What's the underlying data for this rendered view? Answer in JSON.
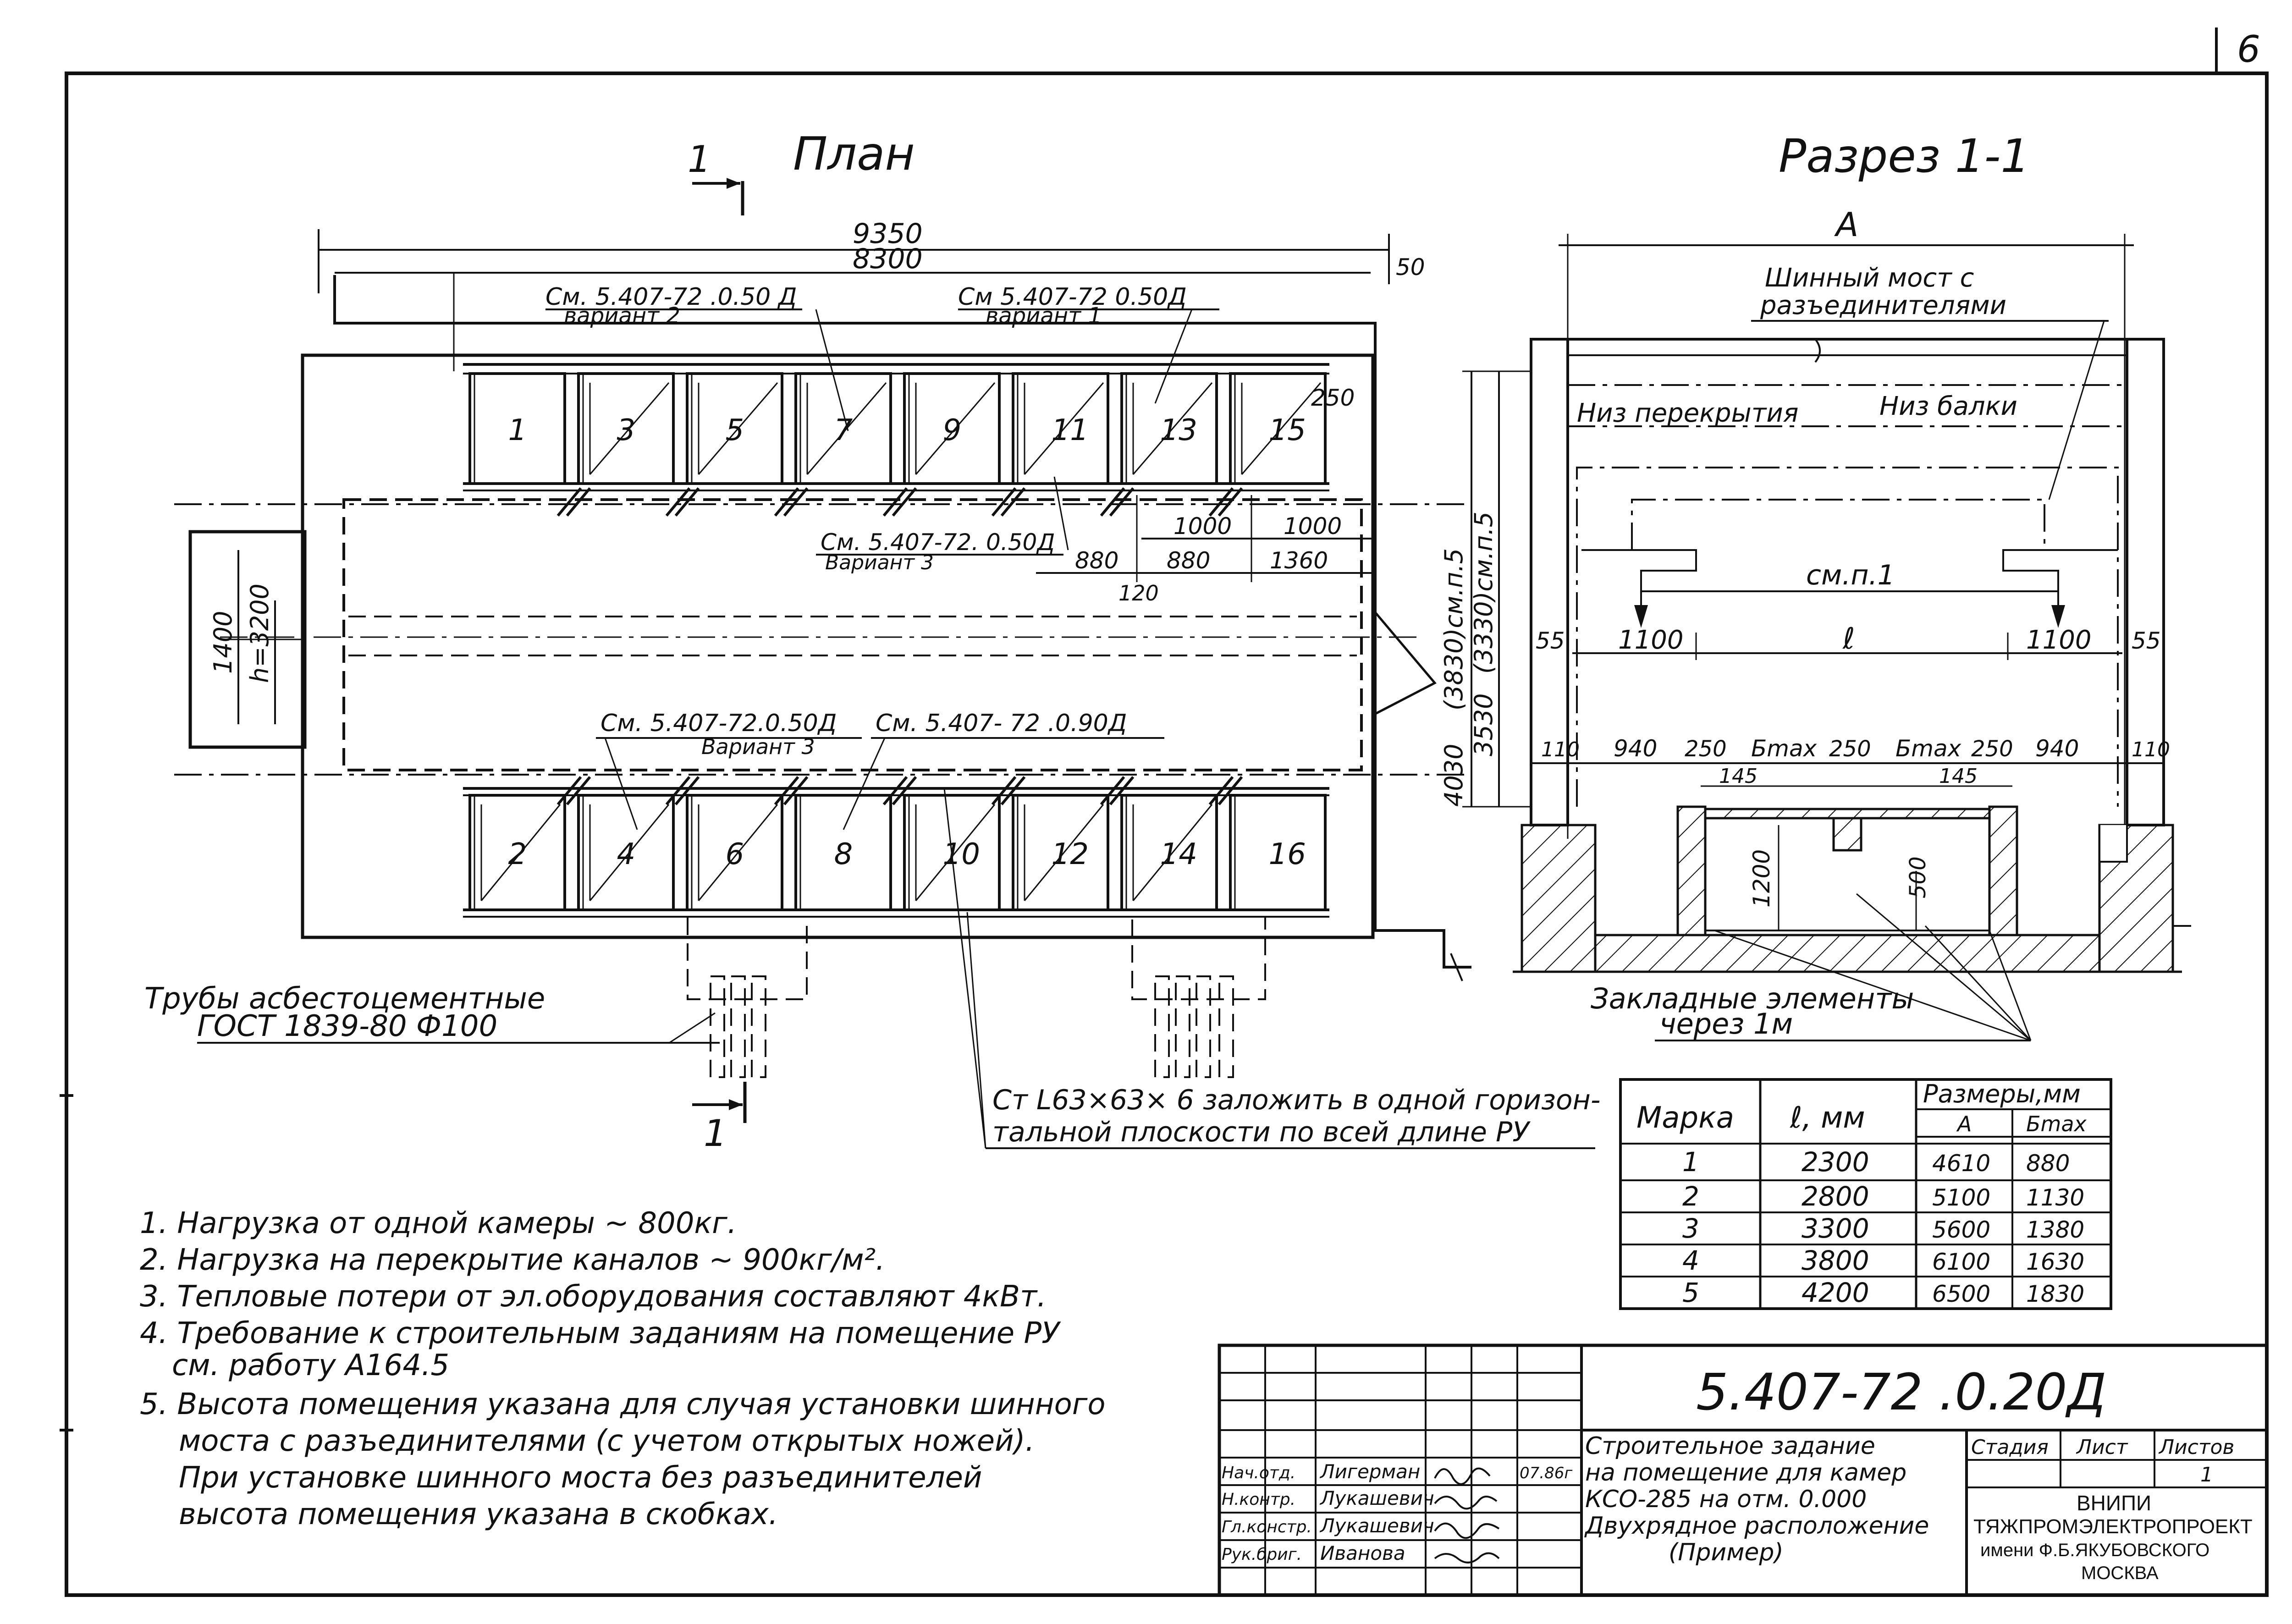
{
  "sheet": {
    "page_number": "6"
  },
  "plan": {
    "title": "План",
    "section_mark": "1",
    "dim_overall": "9350",
    "dim_inner": "8300",
    "dim_right": "50",
    "dim_250": "250",
    "ref_var2_code": "См. 5.407-72 .0.50 Д",
    "ref_var2_label": "вариант 2",
    "ref_var1_code": "См 5.407-72 0.50Д",
    "ref_var1_label": "вариант 1",
    "ref_var3_code": "См. 5.407-72. 0.50Д",
    "ref_var3_label": "Вариант 3",
    "ref_bottom_var3_code": "См. 5.407-72.0.50Д",
    "ref_bottom_var3_label": "Вариант 3",
    "ref_bottom_90": "См. 5.407- 72 .0.90Д",
    "dim_880a": "880",
    "dim_880b": "880",
    "dim_1000a": "1000",
    "dim_1000b": "1000",
    "dim_1360": "1360",
    "dim_120": "120",
    "dim_1400": "1400",
    "dim_h": "h=3200",
    "cells_top": [
      "1",
      "3",
      "5",
      "7",
      "9",
      "11",
      "13",
      "15"
    ],
    "cells_bottom": [
      "2",
      "4",
      "6",
      "8",
      "10",
      "12",
      "14",
      "16"
    ],
    "pipes_line1": "Трубы асбестоцементные",
    "pipes_line2": "ГОСТ 1839-80 Ф100",
    "angle_note_line1": "Ст L63×63× 6 заложить в одной горизон-",
    "angle_note_line2": "тальной плоскости по всей длине РУ"
  },
  "section": {
    "title": "Разрез 1-1",
    "dim_A": "A",
    "busbar_line1": "Шинный мост с",
    "busbar_line2": "разъединителями",
    "ceiling_bottom": "Низ перекрытия",
    "beam_bottom": "Низ балки",
    "see_p1": "см.п.1",
    "dim_1100_left": "1100",
    "dim_l": "ℓ",
    "dim_1100_right": "1100",
    "dim_55_left": "55",
    "dim_55_right": "55",
    "dim_4030": "4030",
    "dim_3830": "(3830)см.п.5",
    "dim_3530": "3530",
    "dim_3330": "(3330)см.п.5",
    "dim_110_left": "110",
    "dim_940_left": "940",
    "dim_250_a": "250",
    "dim_bmax_1": "Бmax",
    "dim_250_b": "250",
    "dim_bmax_2": "Бmax",
    "dim_250_c": "250",
    "dim_940_right": "940",
    "dim_110_right": "110",
    "dim_145_left": "145",
    "dim_145_right": "145",
    "dim_1200": "1200",
    "dim_500": "500",
    "embedded_line1": "Закладные элементы",
    "embedded_line2": "через 1м"
  },
  "table": {
    "headers": {
      "mark": "Марка",
      "l": "ℓ, мм",
      "dims": "Размеры,мм",
      "A": "A",
      "bmax": "Бmax"
    },
    "rows": [
      {
        "mark": "1",
        "l": "2300",
        "A": "4610",
        "bmax": "880"
      },
      {
        "mark": "2",
        "l": "2800",
        "A": "5100",
        "bmax": "1130"
      },
      {
        "mark": "3",
        "l": "3300",
        "A": "5600",
        "bmax": "1380"
      },
      {
        "mark": "4",
        "l": "3800",
        "A": "6100",
        "bmax": "1630"
      },
      {
        "mark": "5",
        "l": "4200",
        "A": "6500",
        "bmax": "1830"
      }
    ]
  },
  "notes": [
    "1. Нагрузка от одной камеры ~ 800кг.",
    "2. Нагрузка на перекрытие каналов ~ 900кг/м².",
    "3. Тепловые потери от эл.оборудования составляют 4кВт.",
    "4. Требование к строительным заданиям на помещение РУ",
    "см. работу А164.5",
    "5. Высота помещения указана для случая установки шинного",
    "моста с разъединителями (с учетом открытых ножей).",
    "При установке шинного моста без разъединителей",
    "высота помещения указана в скобках."
  ],
  "title_block": {
    "doc_code": "5.407-72 .0.20Д",
    "description_line1": "Строительное задание",
    "description_line2": "на помещение для камер",
    "description_line3": "КСО-285 на отм. 0.000",
    "description_line4": "Двухрядное расположение",
    "description_line5": "(Пример)",
    "stage_label": "Стадия",
    "sheet_label": "Лист",
    "sheets_label": "Листов",
    "sheets_value": "1",
    "org_line1": "ВНИПИ",
    "org_line2": "ТЯЖПРОМЭЛЕКТРОПРОЕКТ",
    "org_line3": "имени Ф.Б.ЯКУБОВСКОГО",
    "org_line4": "МОСКВА",
    "date": "07.86г",
    "people": [
      {
        "role": "Нач.отд.",
        "name": "Лигерман"
      },
      {
        "role": "Н.контр.",
        "name": "Лукашевич"
      },
      {
        "role": "Гл.констр.",
        "name": "Лукашевич"
      },
      {
        "role": "Рук.бриг.",
        "name": "Иванова"
      }
    ]
  }
}
